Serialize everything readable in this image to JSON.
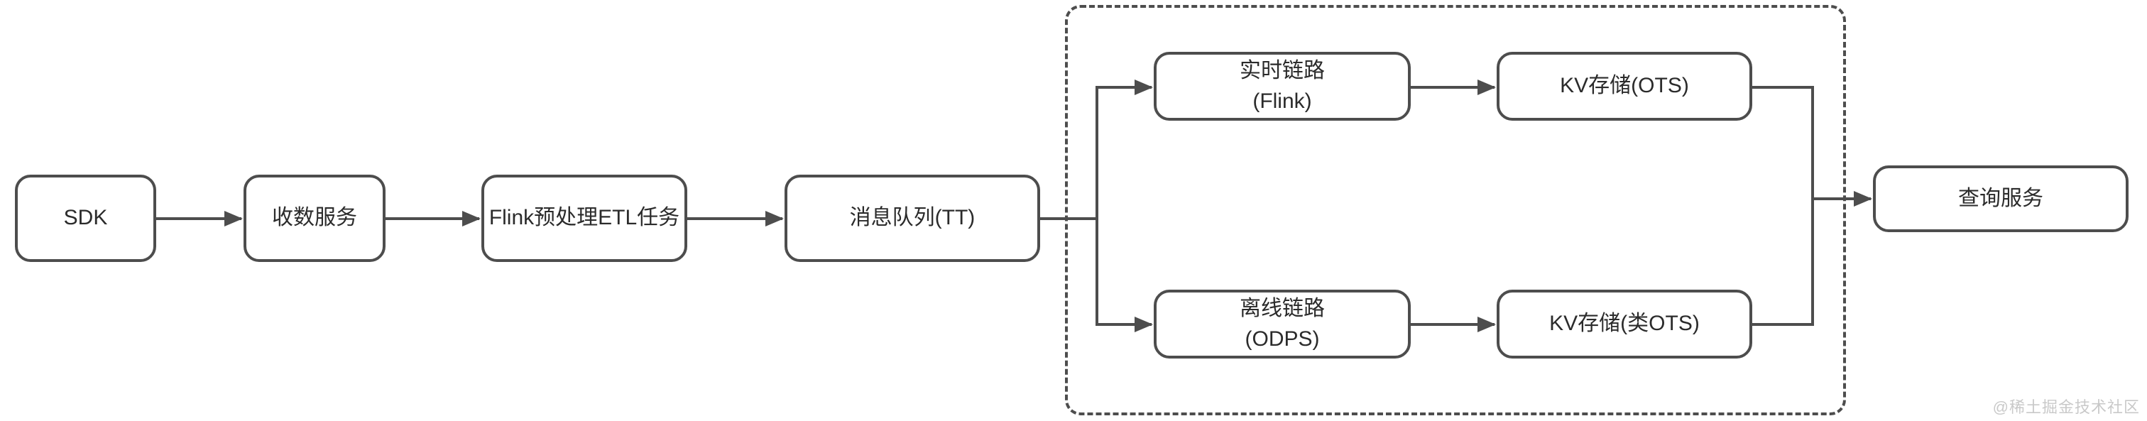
{
  "diagram": {
    "type": "flowchart",
    "background_color": "#ffffff",
    "stroke_color": "#4d4d4d",
    "text_color": "#2b2b2b",
    "nodes": {
      "sdk": {
        "label": "SDK"
      },
      "collect_service": {
        "label": "收数服务"
      },
      "flink_etl": {
        "label": "Flink预处理ETL任务"
      },
      "message_queue": {
        "label": "消息队列(TT)"
      },
      "realtime_link": {
        "label_line1": "实时链路",
        "label_line2": "(Flink)"
      },
      "kv_store_ots": {
        "label": "KV存储(OTS)"
      },
      "offline_link": {
        "label_line1": "离线链路",
        "label_line2": "(ODPS)"
      },
      "kv_store_ots_like": {
        "label": "KV存储(类OTS)"
      },
      "query_service": {
        "label": "查询服务"
      }
    },
    "edges": [
      {
        "from": "sdk",
        "to": "collect_service",
        "arrow": true
      },
      {
        "from": "collect_service",
        "to": "flink_etl",
        "arrow": true
      },
      {
        "from": "flink_etl",
        "to": "message_queue",
        "arrow": true
      },
      {
        "from": "message_queue",
        "to": "realtime_link",
        "arrow": true
      },
      {
        "from": "message_queue",
        "to": "offline_link",
        "arrow": true
      },
      {
        "from": "realtime_link",
        "to": "kv_store_ots",
        "arrow": true
      },
      {
        "from": "offline_link",
        "to": "kv_store_ots_like",
        "arrow": true
      },
      {
        "from": "kv_store_ots",
        "to": "query_service",
        "arrow": true
      },
      {
        "from": "kv_store_ots_like",
        "to": "query_service",
        "arrow": true
      }
    ],
    "dashed_group": {
      "contains": [
        "realtime_link",
        "kv_store_ots",
        "offline_link",
        "kv_store_ots_like"
      ]
    }
  },
  "watermark": {
    "text": "@稀土掘金技术社区",
    "color": "#c9c9c9"
  }
}
